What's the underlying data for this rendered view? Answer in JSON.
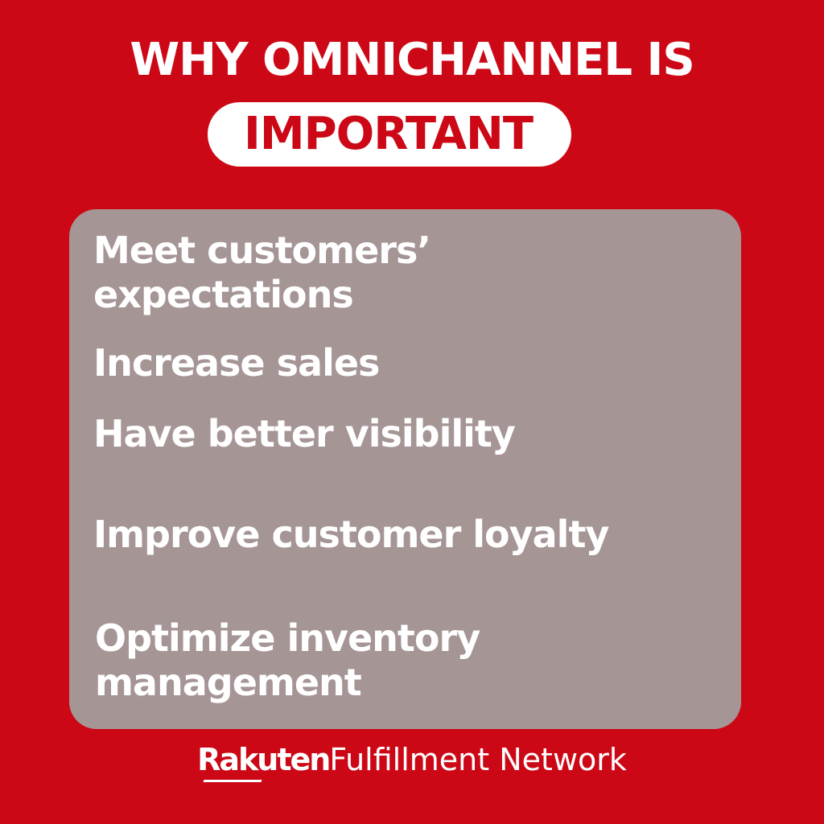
{
  "header": {
    "title_line1": "WHY OMNICHANNEL IS",
    "title_pill": "IMPORTANT"
  },
  "panel": {
    "items": [
      {
        "line1": "Meet customers’",
        "line2": "expectations"
      },
      {
        "line1": "Increase sales"
      },
      {
        "line1": "Have better visibility"
      },
      {
        "line1": "Improve customer loyalty"
      },
      {
        "line1": "Optimize inventory",
        "line2": "management"
      }
    ]
  },
  "footer": {
    "brand": "Rakuten",
    "tagline": "Fulfillment Network"
  },
  "colors": {
    "background": "#cc0816",
    "panel": "#a69595",
    "text": "#ffffff"
  }
}
